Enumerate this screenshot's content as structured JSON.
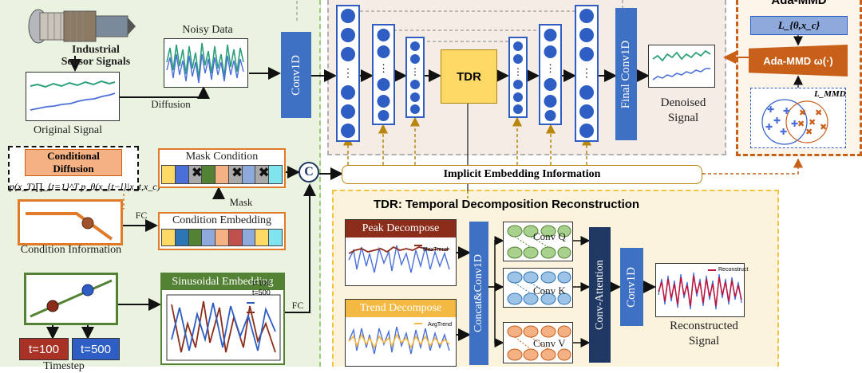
{
  "left": {
    "engine_label": "Industrial\nSensor Signals",
    "noisy_title": "Noisy Data",
    "diffusion_label": "Diffusion",
    "original_label": "Original Signal",
    "cond_diffusion_title": "Conditional Diffusion",
    "cond_formula": "p(x_T)∏_{t=1}^T p_θ(x_{t−l}|x_t,x_c)",
    "fc_label_1": "FC",
    "mask_condition_title": "Mask Condition",
    "mask_label": "Mask",
    "condition_embedding_title": "Condition Embedding",
    "condition_info_label": "Condition Information",
    "sinusoidal_title": "Sinusoidal Embedding",
    "fc_label_2": "FC",
    "concat_symbol": "C",
    "t100_label": "t=100",
    "t500_label": "t=500",
    "legend_t100": "t=100",
    "legend_t500": "t=500",
    "timestep_label": "Timestep"
  },
  "unet": {
    "conv1d_label": "Conv1D",
    "tdr_label": "TDR",
    "final_conv_label": "Final Conv1D",
    "denoised_label": "Denoised\nSignal",
    "implicit_label": "Implicit Embedding Information"
  },
  "ada": {
    "title": "Ada-MMD",
    "loss_label": "L_{θ,x_c}",
    "module_label": "Ada-MMD ω(·)",
    "mmd_label": "L_MMD"
  },
  "tdr": {
    "title": "TDR: Temporal Decomposition Reconstruction",
    "peak_title": "Peak Decompose",
    "peak_legend": "MaxTrend",
    "trend_title": "Trend Decompose",
    "trend_legend": "AvgTrend",
    "concat_label": "Concat&Conv1D",
    "conv_q": "Conv Q",
    "conv_k": "Conv K",
    "conv_v": "Conv V",
    "attention_label": "Conv-Attention",
    "conv1d_label": "Conv1D",
    "recon_legend": "Reconstruct",
    "recon_label": "Reconstructed\nSignal"
  },
  "colors": {
    "blue": "#3e70c4",
    "dark_blue": "#1f3864",
    "orange": "#c8601a",
    "yellow": "#ffd966",
    "green_panel": "#eaf3df",
    "tdr_panel": "#fbf3dc"
  }
}
